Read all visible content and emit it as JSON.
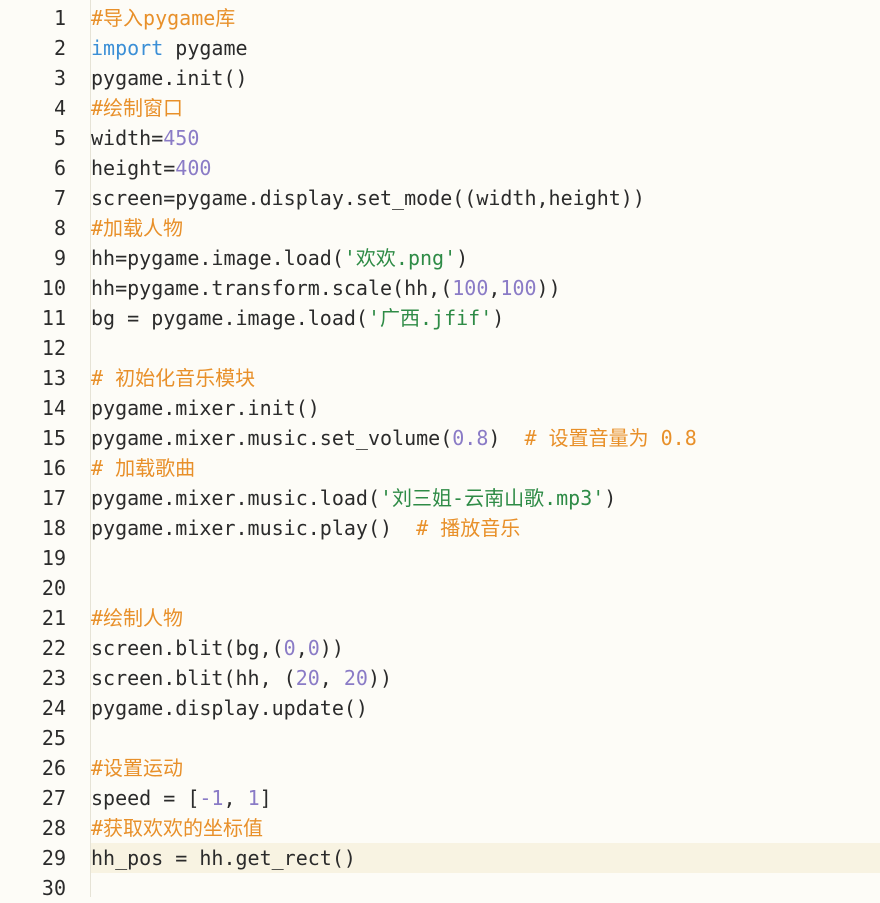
{
  "editor": {
    "active_line": 29,
    "lines": [
      {
        "no": "1",
        "tokens": [
          {
            "t": "com",
            "v": "#导入pygame库"
          }
        ]
      },
      {
        "no": "2",
        "tokens": [
          {
            "t": "kw",
            "v": "import"
          },
          {
            "t": "plain",
            "v": " pygame"
          }
        ]
      },
      {
        "no": "3",
        "tokens": [
          {
            "t": "plain",
            "v": "pygame.init()"
          }
        ]
      },
      {
        "no": "4",
        "tokens": [
          {
            "t": "com",
            "v": "#绘制窗口"
          }
        ]
      },
      {
        "no": "5",
        "tokens": [
          {
            "t": "plain",
            "v": "width="
          },
          {
            "t": "num",
            "v": "450"
          }
        ]
      },
      {
        "no": "6",
        "tokens": [
          {
            "t": "plain",
            "v": "height="
          },
          {
            "t": "num",
            "v": "400"
          }
        ]
      },
      {
        "no": "7",
        "tokens": [
          {
            "t": "plain",
            "v": "screen=pygame.display.set_mode((width,height))"
          }
        ]
      },
      {
        "no": "8",
        "tokens": [
          {
            "t": "com",
            "v": "#加载人物"
          }
        ]
      },
      {
        "no": "9",
        "tokens": [
          {
            "t": "plain",
            "v": "hh=pygame.image.load("
          },
          {
            "t": "str",
            "v": "'欢欢.png'"
          },
          {
            "t": "plain",
            "v": ")"
          }
        ]
      },
      {
        "no": "10",
        "tokens": [
          {
            "t": "plain",
            "v": "hh=pygame.transform.scale(hh,("
          },
          {
            "t": "num",
            "v": "100"
          },
          {
            "t": "plain",
            "v": ","
          },
          {
            "t": "num",
            "v": "100"
          },
          {
            "t": "plain",
            "v": "))"
          }
        ]
      },
      {
        "no": "11",
        "tokens": [
          {
            "t": "plain",
            "v": "bg = pygame.image.load("
          },
          {
            "t": "str",
            "v": "'广西.jfif'"
          },
          {
            "t": "plain",
            "v": ")"
          }
        ]
      },
      {
        "no": "12",
        "tokens": []
      },
      {
        "no": "13",
        "tokens": [
          {
            "t": "com",
            "v": "# 初始化音乐模块"
          }
        ]
      },
      {
        "no": "14",
        "tokens": [
          {
            "t": "plain",
            "v": "pygame.mixer.init()"
          }
        ]
      },
      {
        "no": "15",
        "tokens": [
          {
            "t": "plain",
            "v": "pygame.mixer.music.set_volume("
          },
          {
            "t": "num",
            "v": "0.8"
          },
          {
            "t": "plain",
            "v": ")  "
          },
          {
            "t": "com",
            "v": "# 设置音量为 0.8"
          }
        ]
      },
      {
        "no": "16",
        "tokens": [
          {
            "t": "com",
            "v": "# 加载歌曲"
          }
        ]
      },
      {
        "no": "17",
        "tokens": [
          {
            "t": "plain",
            "v": "pygame.mixer.music.load("
          },
          {
            "t": "str",
            "v": "'刘三姐-云南山歌.mp3'"
          },
          {
            "t": "plain",
            "v": ")"
          }
        ]
      },
      {
        "no": "18",
        "tokens": [
          {
            "t": "plain",
            "v": "pygame.mixer.music.play()  "
          },
          {
            "t": "com",
            "v": "# 播放音乐"
          }
        ]
      },
      {
        "no": "19",
        "tokens": []
      },
      {
        "no": "20",
        "tokens": []
      },
      {
        "no": "21",
        "tokens": [
          {
            "t": "com",
            "v": "#绘制人物"
          }
        ]
      },
      {
        "no": "22",
        "tokens": [
          {
            "t": "plain",
            "v": "screen.blit(bg,("
          },
          {
            "t": "num",
            "v": "0"
          },
          {
            "t": "plain",
            "v": ","
          },
          {
            "t": "num",
            "v": "0"
          },
          {
            "t": "plain",
            "v": "))"
          }
        ]
      },
      {
        "no": "23",
        "tokens": [
          {
            "t": "plain",
            "v": "screen.blit(hh, ("
          },
          {
            "t": "num",
            "v": "20"
          },
          {
            "t": "plain",
            "v": ", "
          },
          {
            "t": "num",
            "v": "20"
          },
          {
            "t": "plain",
            "v": "))"
          }
        ]
      },
      {
        "no": "24",
        "tokens": [
          {
            "t": "plain",
            "v": "pygame.display.update()"
          }
        ]
      },
      {
        "no": "25",
        "tokens": []
      },
      {
        "no": "26",
        "tokens": [
          {
            "t": "com",
            "v": "#设置运动"
          }
        ]
      },
      {
        "no": "27",
        "tokens": [
          {
            "t": "plain",
            "v": "speed = ["
          },
          {
            "t": "num",
            "v": "-1"
          },
          {
            "t": "plain",
            "v": ", "
          },
          {
            "t": "num",
            "v": "1"
          },
          {
            "t": "plain",
            "v": "]"
          }
        ]
      },
      {
        "no": "28",
        "tokens": [
          {
            "t": "com",
            "v": "#获取欢欢的坐标值"
          }
        ]
      },
      {
        "no": "29",
        "tokens": [
          {
            "t": "plain",
            "v": "hh_pos = hh.get_rect()"
          }
        ]
      },
      {
        "no": "30",
        "tokens": []
      }
    ]
  }
}
